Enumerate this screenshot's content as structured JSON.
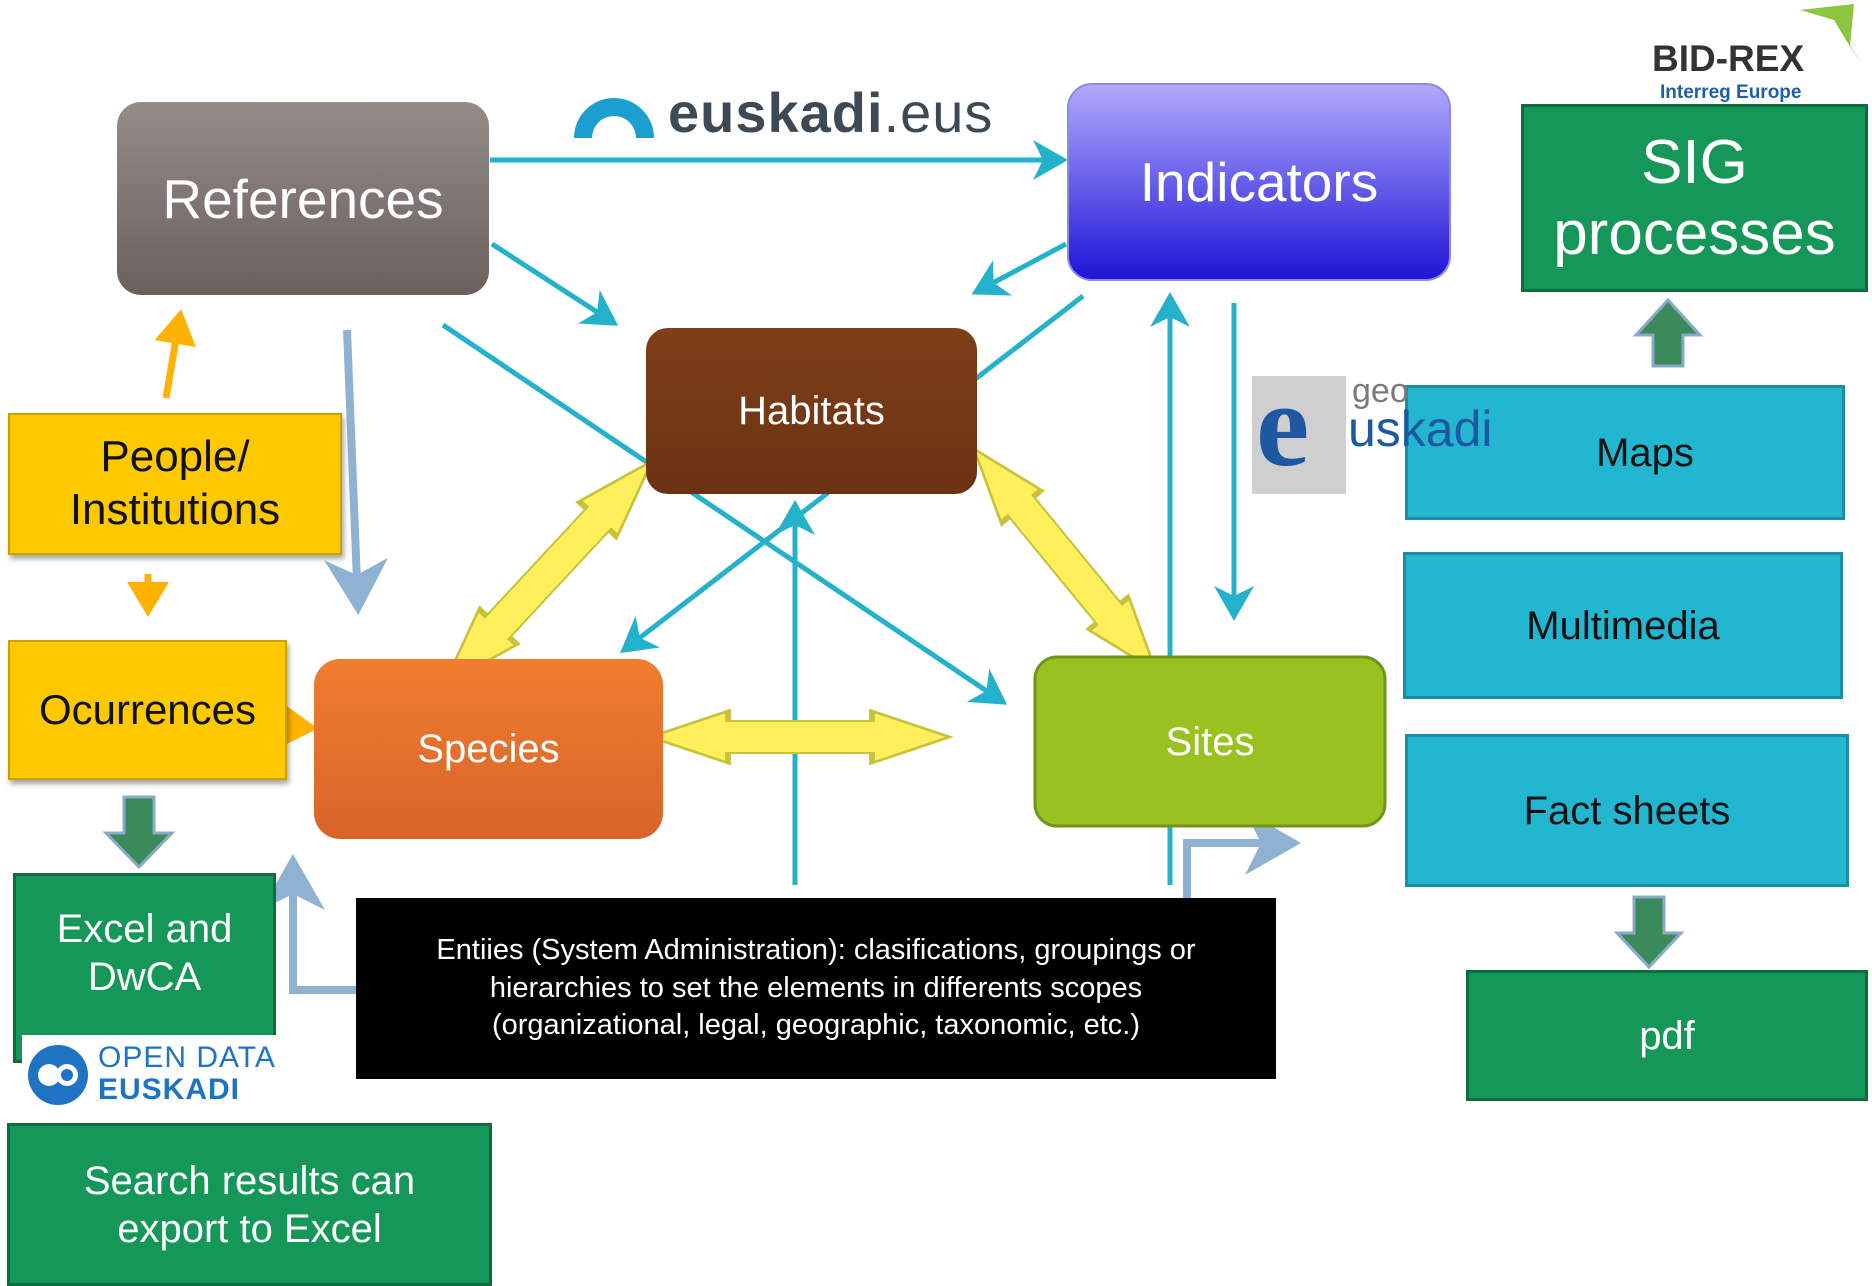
{
  "colors": {
    "arrow_teal": "#24b1cc",
    "arrow_steel": "#8fb2d3",
    "arrow_yellow": "#ffe94a",
    "arrow_orange": "#ffb300",
    "arrow_green": "#3a8a5b"
  },
  "nodes": {
    "references": "References",
    "indicators": "Indicators",
    "habitats": "Habitats",
    "species": "Species",
    "sites": "Sites",
    "people_institutions": "People/\nInstitutions",
    "ocurrences": "Ocurrences",
    "excel_dwca": "Excel and\nDwCA",
    "search_results": "Search results can\nexport to Excel",
    "entities": "Entiies (System Administration): clasifications, groupings or\nhierarchies to set the elements in differents scopes\n(organizational, legal, geographic, taxonomic, etc.)",
    "sig_processes": "SIG\nprocesses",
    "maps": "Maps",
    "multimedia": "Multimedia",
    "fact_sheets": "Fact sheets",
    "pdf": "pdf"
  },
  "logos": {
    "euskadi_bold": "euskadi",
    "euskadi_suffix": ".eus",
    "bidrex_title": "BID-REX",
    "bidrex_subtitle": "Interreg Europe",
    "geo_prefix": "geo",
    "geo_letter": "e",
    "geo_rest": "uskadi",
    "opendata_line1": "OPEN DATA",
    "opendata_line2": "EUSKADI"
  }
}
